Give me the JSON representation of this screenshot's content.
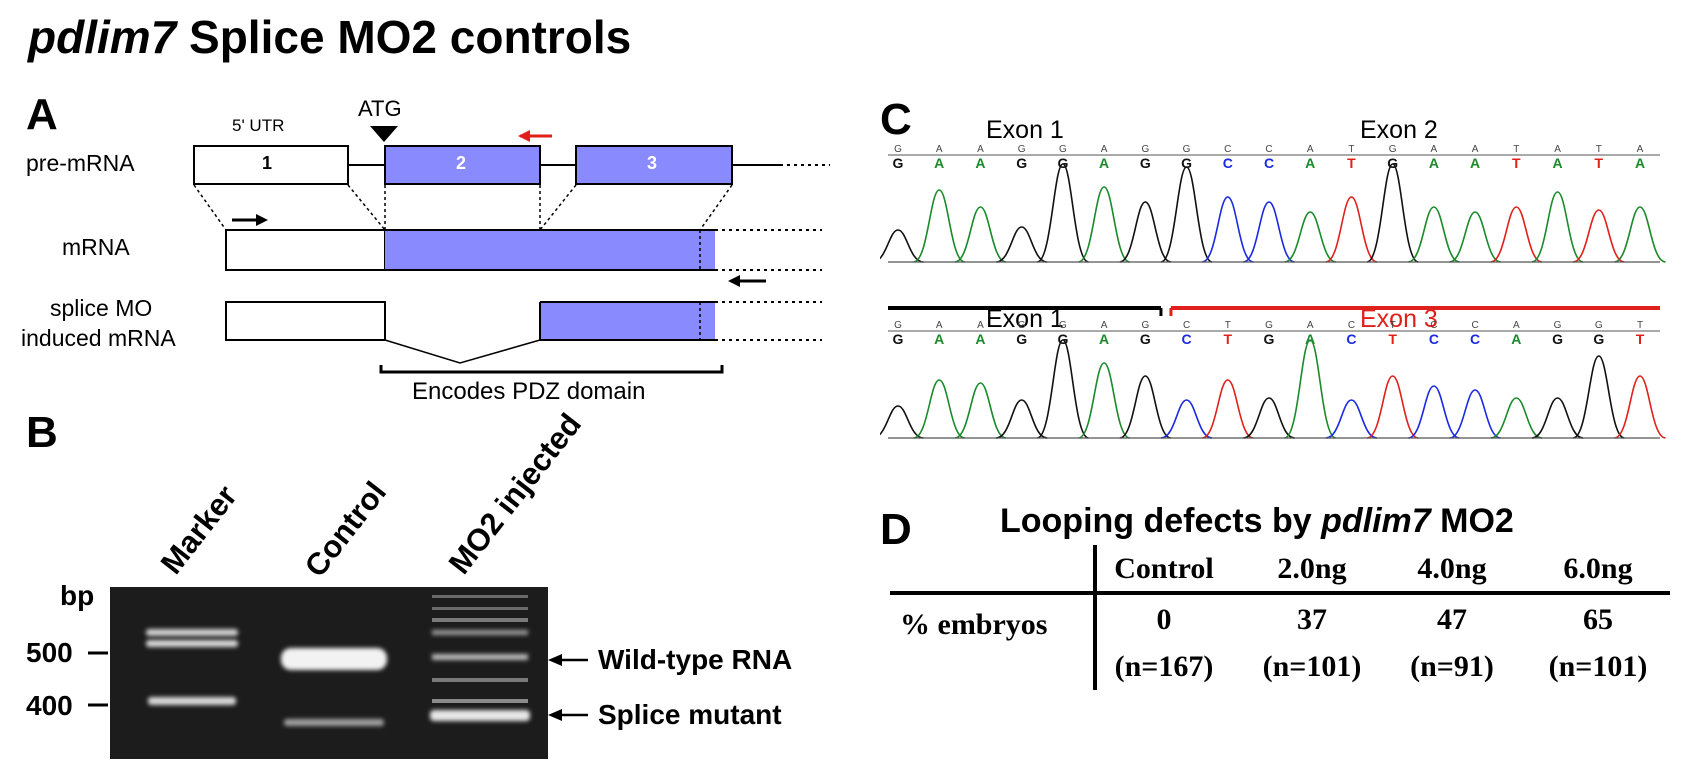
{
  "figure": {
    "title_italic": "pdlim7",
    "title_rest": " Splice MO2 controls"
  },
  "panel_a": {
    "label": "A",
    "utr_label": "5' UTR",
    "atg_label": "ATG",
    "row_labels": [
      "pre-mRNA",
      "mRNA",
      "splice MO",
      "induced mRNA"
    ],
    "exons": [
      "1",
      "2",
      "3"
    ],
    "bracket_label": "Encodes PDZ domain",
    "colors": {
      "exon": "#8a8aff",
      "primer_red": "#e0201b"
    }
  },
  "panel_b": {
    "label": "B",
    "lanes": [
      "Marker",
      "Control",
      "MO2 injected"
    ],
    "unit": "bp",
    "markers": [
      "500",
      "400"
    ],
    "bands": [
      "Wild-type RNA",
      "Splice mutant"
    ]
  },
  "panel_c": {
    "label": "C",
    "trace1": {
      "left": "Exon 1",
      "right": "Exon 2",
      "seq": [
        "G",
        "A",
        "A",
        "G",
        "G",
        "A",
        "G",
        "G",
        "C",
        "C",
        "A",
        "T",
        "G",
        "A",
        "A",
        "T",
        "A",
        "T",
        "A"
      ]
    },
    "trace2": {
      "left": "Exon 1",
      "right": "Exon 3",
      "seq": [
        "G",
        "A",
        "A",
        "G",
        "G",
        "A",
        "G",
        "C",
        "T",
        "G",
        "A",
        "C",
        "T",
        "C",
        "C",
        "A",
        "G",
        "G",
        "T"
      ]
    },
    "colors": {
      "A": "#1a8a2a",
      "C": "#1a2ae0",
      "G": "#111111",
      "T": "#e0201b",
      "exon3": "#e0201b"
    }
  },
  "panel_d": {
    "label": "D",
    "title_pre": "Looping defects by ",
    "title_italic": "pdlim7",
    "title_post": " MO2",
    "row_header": "% embryos",
    "columns": [
      "Control",
      "2.0ng",
      "4.0ng",
      "6.0ng"
    ],
    "values": [
      "0",
      "37",
      "47",
      "65"
    ],
    "n": [
      "(n=167)",
      "(n=101)",
      "(n=91)",
      "(n=101)"
    ]
  }
}
